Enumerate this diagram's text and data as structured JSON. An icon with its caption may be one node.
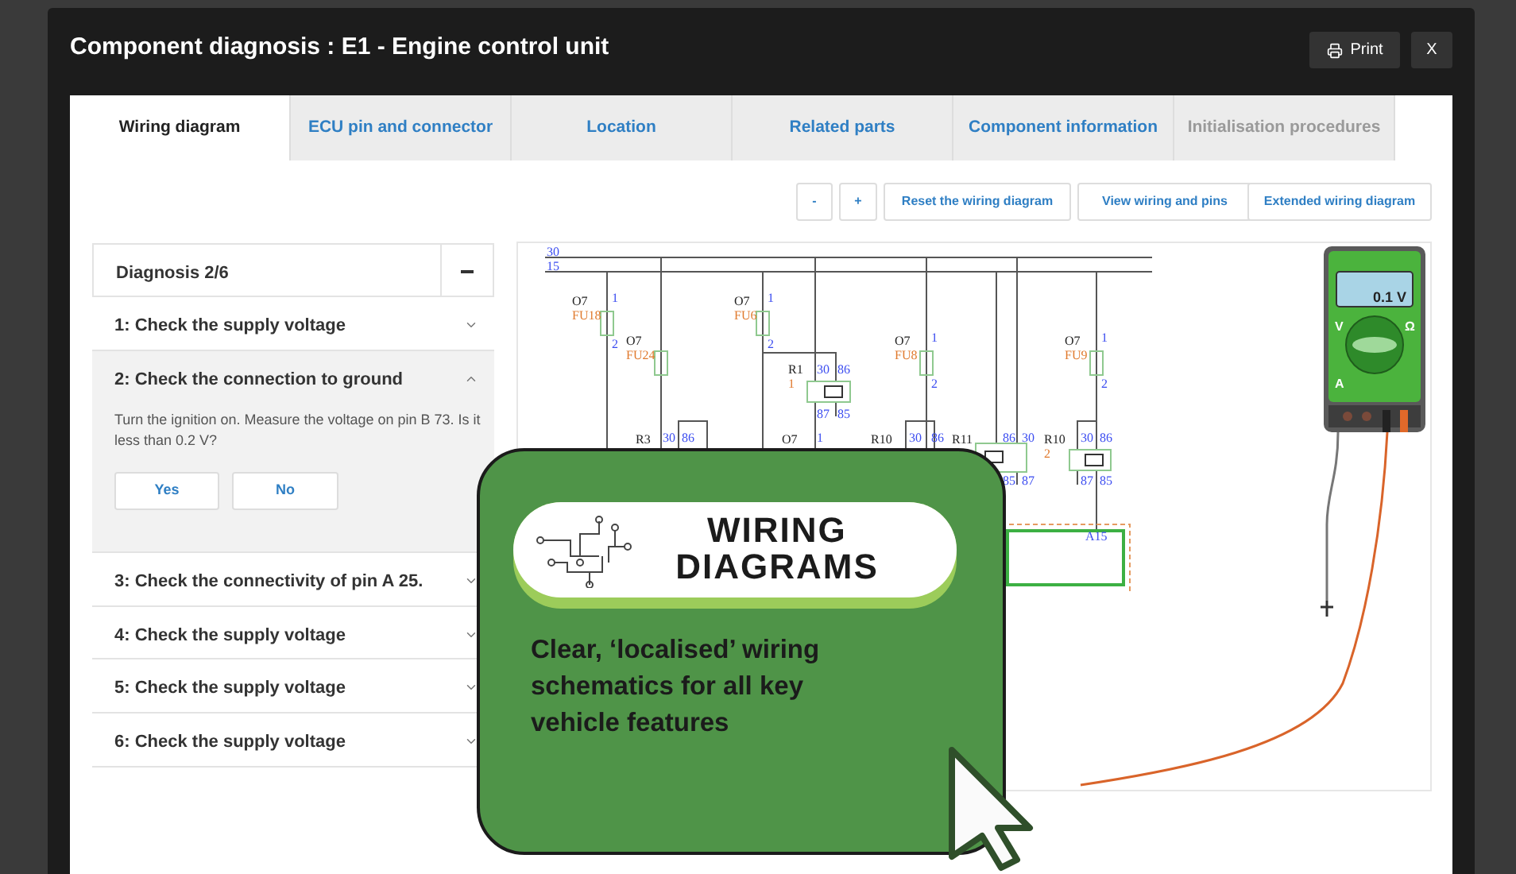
{
  "diagram": {
    "title": "Component diagnosis : E1 - Engine control unit",
    "nodes": [
      {
        "text": [
          "WIRING DIAGRAMS",
          "Clear, ‘localised’ wiring schematics for all key vehicle features"
        ]
      }
    ],
    "labels": [
      "Print",
      "X",
      "Wiring diagram",
      "ECU pin and connector",
      "Location",
      "Related parts",
      "Component information",
      "Initialisation procedures",
      "-",
      "+",
      "Reset the wiring diagram",
      "View wiring and pins",
      "Extended wiring diagram",
      "Diagnosis 2/6",
      "1: Check the supply voltage",
      "2: Check the connection to ground",
      "Turn the ignition on. Measure the voltage on pin B 73. Is it less than 0.2 V?",
      "Yes",
      "No",
      "3: Check the connectivity of pin A 25.",
      "4: Check the supply voltage",
      "5: Check the supply voltage",
      "6: Check the supply voltage",
      "30",
      "15",
      "O7",
      "FU18",
      "1",
      "2",
      "O7",
      "FU24",
      "O7",
      "FU6",
      "1",
      "2",
      "O7",
      "FU8",
      "1",
      "2",
      "O7",
      "FU9",
      "1",
      "2",
      "R1",
      "1",
      "30",
      "86",
      "87",
      "85",
      "R3",
      "30",
      "86",
      "O7",
      "1",
      "R10",
      "30",
      "86",
      "R11",
      "86",
      "30",
      "R10",
      "2",
      "30",
      "86",
      "85",
      "87",
      "87",
      "85",
      "A15",
      "0.1 V",
      "V",
      "Ω",
      "A"
    ]
  }
}
